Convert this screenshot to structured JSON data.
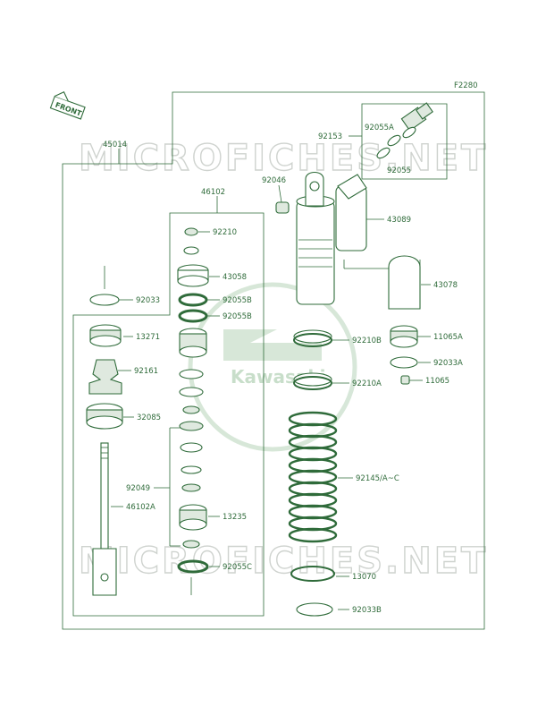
{
  "figure_code": "F2280",
  "front_marker": "FRONT",
  "watermark": "MICROFICHES.NET",
  "brand_logo": "Kawasaki",
  "parts": {
    "p45014": "45014",
    "p46102": "46102",
    "p92153": "92153",
    "p92055A": "92055A",
    "p92055": "92055",
    "p92046": "92046",
    "p43089": "43089",
    "p43078": "43078",
    "p92210": "92210",
    "p43058": "43058",
    "p92055B_1": "92055B",
    "p92055B_2": "92055B",
    "p92033": "92033",
    "p13271": "13271",
    "p92161": "92161",
    "p32085": "32085",
    "p92049": "92049",
    "p46102A": "46102A",
    "p13235": "13235",
    "p92055C": "92055C",
    "p92210B": "92210B",
    "p11065A": "11065A",
    "p92033A": "92033A",
    "p11065": "11065",
    "p92210A": "92210A",
    "p92145": "92145/A~C",
    "p13070": "13070",
    "p92033B": "92033B"
  }
}
